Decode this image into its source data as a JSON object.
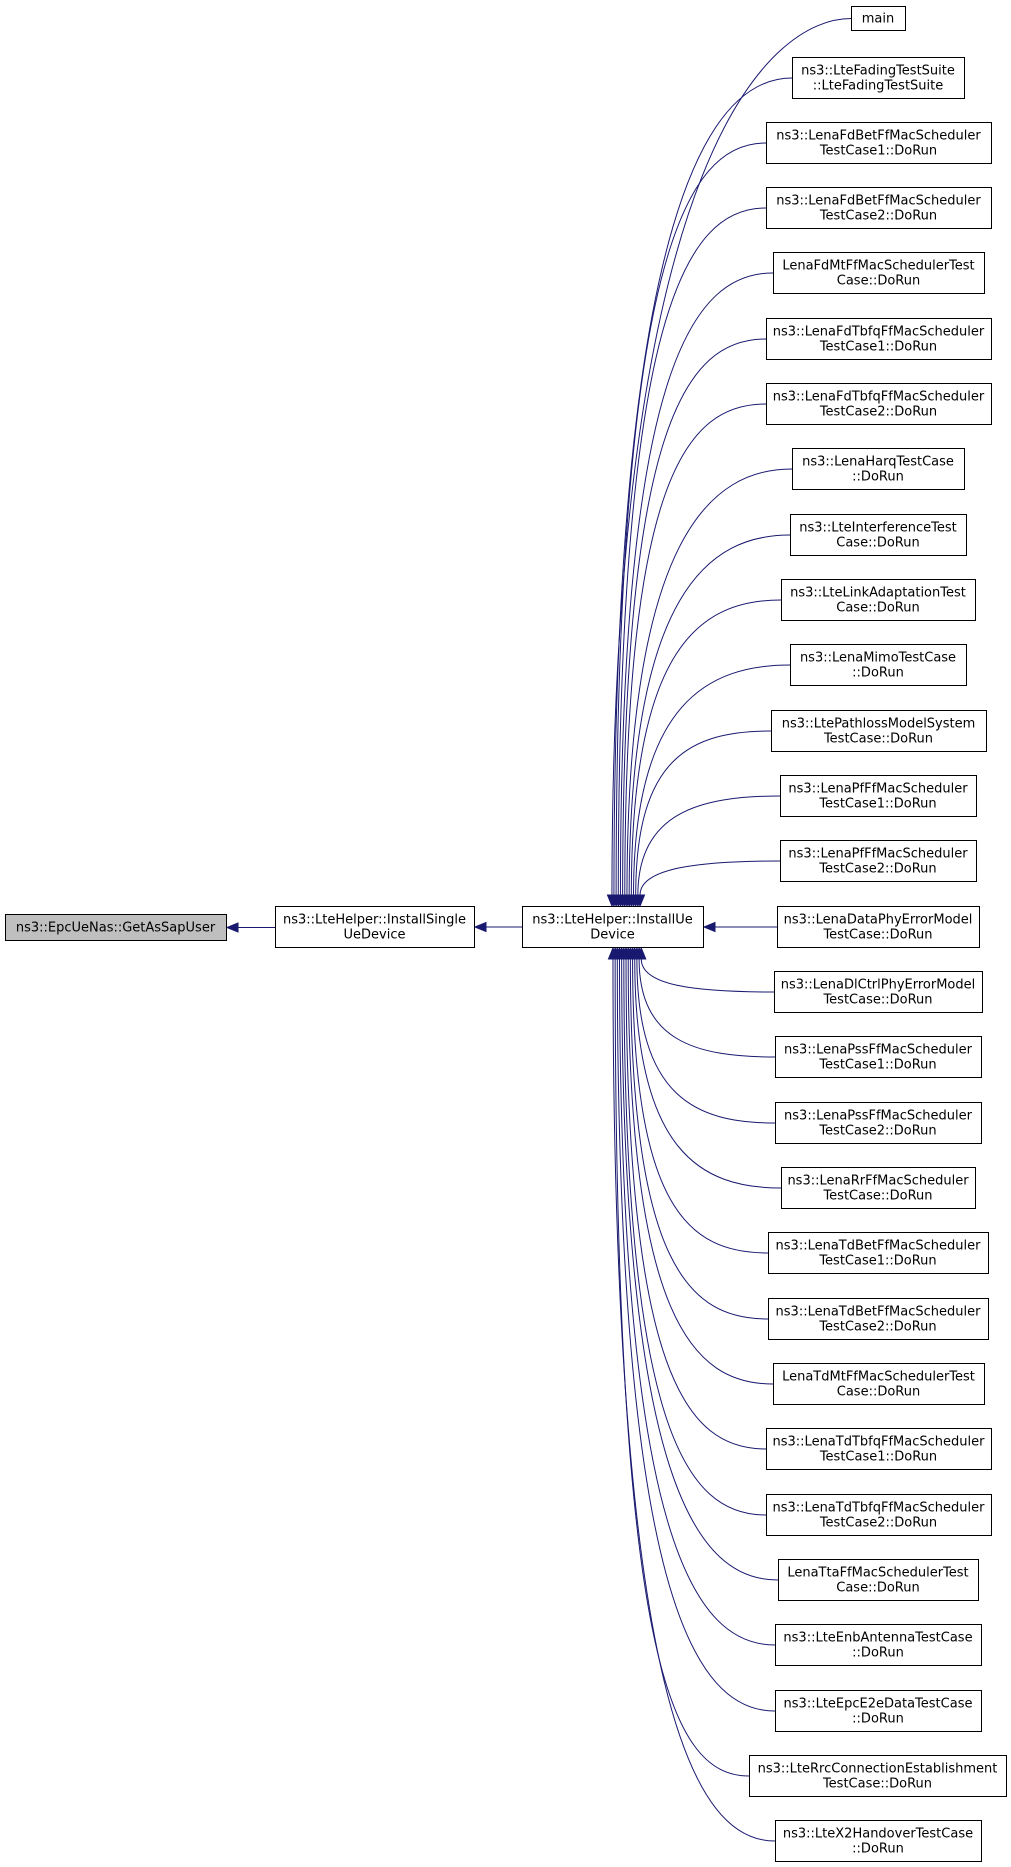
{
  "graph": {
    "root": {
      "lines": [
        "ns3::EpcUeNas::GetAsSapUser"
      ],
      "fill": "#bfbfbf"
    },
    "level1": {
      "lines": [
        "ns3::LteHelper::InstallSingle",
        "UeDevice"
      ]
    },
    "level2": {
      "lines": [
        "ns3::LteHelper::InstallUe",
        "Device"
      ]
    },
    "callers": [
      {
        "lines": [
          "main"
        ]
      },
      {
        "lines": [
          "ns3::LteFadingTestSuite",
          "::LteFadingTestSuite"
        ]
      },
      {
        "lines": [
          "ns3::LenaFdBetFfMacScheduler",
          "TestCase1::DoRun"
        ]
      },
      {
        "lines": [
          "ns3::LenaFdBetFfMacScheduler",
          "TestCase2::DoRun"
        ]
      },
      {
        "lines": [
          "LenaFdMtFfMacSchedulerTest",
          "Case::DoRun"
        ]
      },
      {
        "lines": [
          "ns3::LenaFdTbfqFfMacScheduler",
          "TestCase1::DoRun"
        ]
      },
      {
        "lines": [
          "ns3::LenaFdTbfqFfMacScheduler",
          "TestCase2::DoRun"
        ]
      },
      {
        "lines": [
          "ns3::LenaHarqTestCase",
          "::DoRun"
        ]
      },
      {
        "lines": [
          "ns3::LteInterferenceTest",
          "Case::DoRun"
        ]
      },
      {
        "lines": [
          "ns3::LteLinkAdaptationTest",
          "Case::DoRun"
        ]
      },
      {
        "lines": [
          "ns3::LenaMimoTestCase",
          "::DoRun"
        ]
      },
      {
        "lines": [
          "ns3::LtePathlossModelSystem",
          "TestCase::DoRun"
        ]
      },
      {
        "lines": [
          "ns3::LenaPfFfMacScheduler",
          "TestCase1::DoRun"
        ]
      },
      {
        "lines": [
          "ns3::LenaPfFfMacScheduler",
          "TestCase2::DoRun"
        ]
      },
      {
        "lines": [
          "ns3::LenaDataPhyErrorModel",
          "TestCase::DoRun"
        ]
      },
      {
        "lines": [
          "ns3::LenaDlCtrlPhyErrorModel",
          "TestCase::DoRun"
        ]
      },
      {
        "lines": [
          "ns3::LenaPssFfMacScheduler",
          "TestCase1::DoRun"
        ]
      },
      {
        "lines": [
          "ns3::LenaPssFfMacScheduler",
          "TestCase2::DoRun"
        ]
      },
      {
        "lines": [
          "ns3::LenaRrFfMacScheduler",
          "TestCase::DoRun"
        ]
      },
      {
        "lines": [
          "ns3::LenaTdBetFfMacScheduler",
          "TestCase1::DoRun"
        ]
      },
      {
        "lines": [
          "ns3::LenaTdBetFfMacScheduler",
          "TestCase2::DoRun"
        ]
      },
      {
        "lines": [
          "LenaTdMtFfMacSchedulerTest",
          "Case::DoRun"
        ]
      },
      {
        "lines": [
          "ns3::LenaTdTbfqFfMacScheduler",
          "TestCase1::DoRun"
        ]
      },
      {
        "lines": [
          "ns3::LenaTdTbfqFfMacScheduler",
          "TestCase2::DoRun"
        ]
      },
      {
        "lines": [
          "LenaTtaFfMacSchedulerTest",
          "Case::DoRun"
        ]
      },
      {
        "lines": [
          "ns3::LteEnbAntennaTestCase",
          "::DoRun"
        ]
      },
      {
        "lines": [
          "ns3::LteEpcE2eDataTestCase",
          "::DoRun"
        ]
      },
      {
        "lines": [
          "ns3::LteRrcConnectionEstablishment",
          "TestCase::DoRun"
        ]
      },
      {
        "lines": [
          "ns3::LteX2HandoverTestCase",
          "::DoRun"
        ]
      }
    ],
    "colors": {
      "edge": "#191970",
      "node_border": "#000000",
      "node_fill": "#ffffff",
      "root_fill": "#bfbfbf"
    }
  }
}
